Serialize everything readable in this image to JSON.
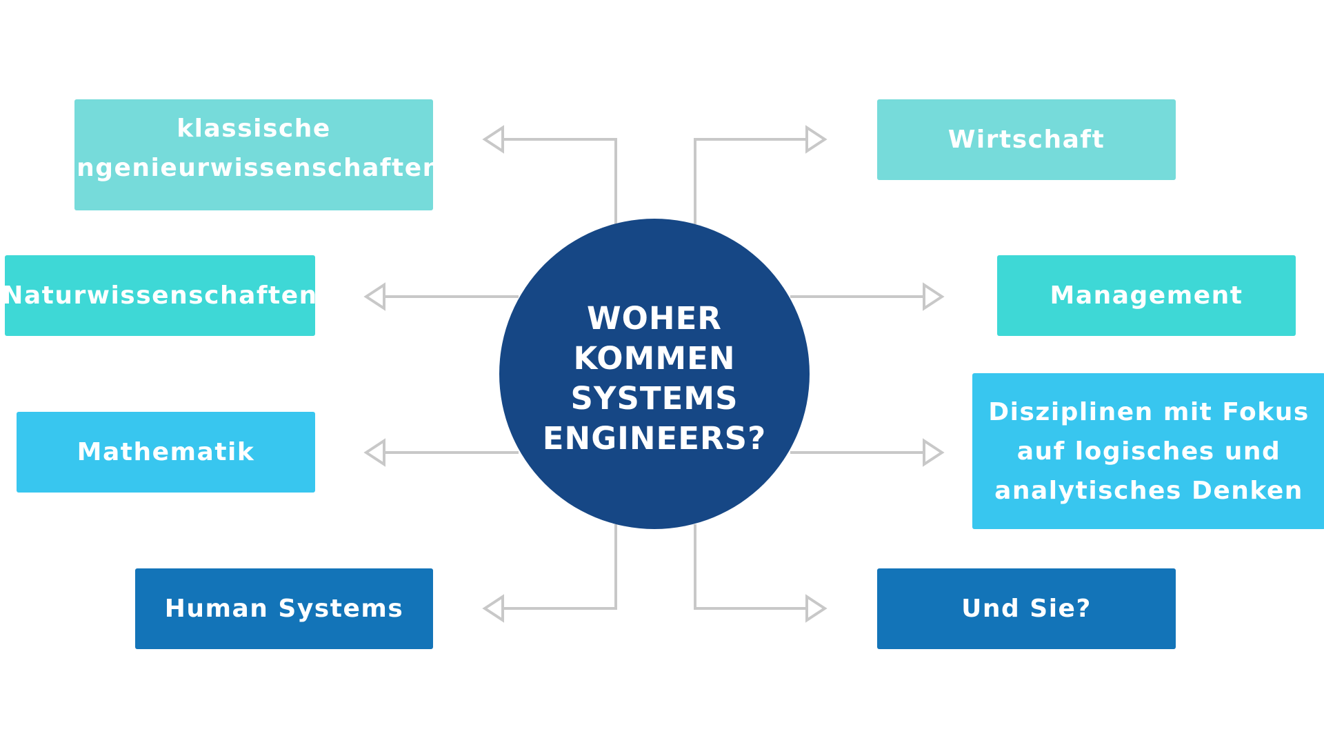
{
  "colors": {
    "connector": "#c8c8c8",
    "center": "#164785",
    "light_teal": "#76dbda",
    "teal": "#3ed8d6",
    "sky": "#38c6ef",
    "blue": "#1374b8",
    "text": "#ffffff"
  },
  "center": {
    "label": "WOHER\nKOMMEN\nSYSTEMS\nENGINEERS?"
  },
  "boxes": [
    {
      "id": "klassische",
      "label": "klassische\nIngenieurwissenschaften",
      "color_key": "light_teal",
      "side": "left"
    },
    {
      "id": "natur",
      "label": "Naturwissenschaften",
      "color_key": "teal",
      "side": "left"
    },
    {
      "id": "mathe",
      "label": "Mathematik",
      "color_key": "sky",
      "side": "left"
    },
    {
      "id": "human",
      "label": "Human Systems",
      "color_key": "blue",
      "side": "left"
    },
    {
      "id": "wirtschaft",
      "label": "Wirtschaft",
      "color_key": "light_teal",
      "side": "right"
    },
    {
      "id": "management",
      "label": "Management",
      "color_key": "teal",
      "side": "right"
    },
    {
      "id": "disziplinen",
      "label": "Disziplinen mit Fokus\nauf logisches und\nanalytisches Denken",
      "color_key": "sky",
      "side": "right"
    },
    {
      "id": "undsie",
      "label": "Und Sie?",
      "color_key": "blue",
      "side": "right"
    }
  ]
}
